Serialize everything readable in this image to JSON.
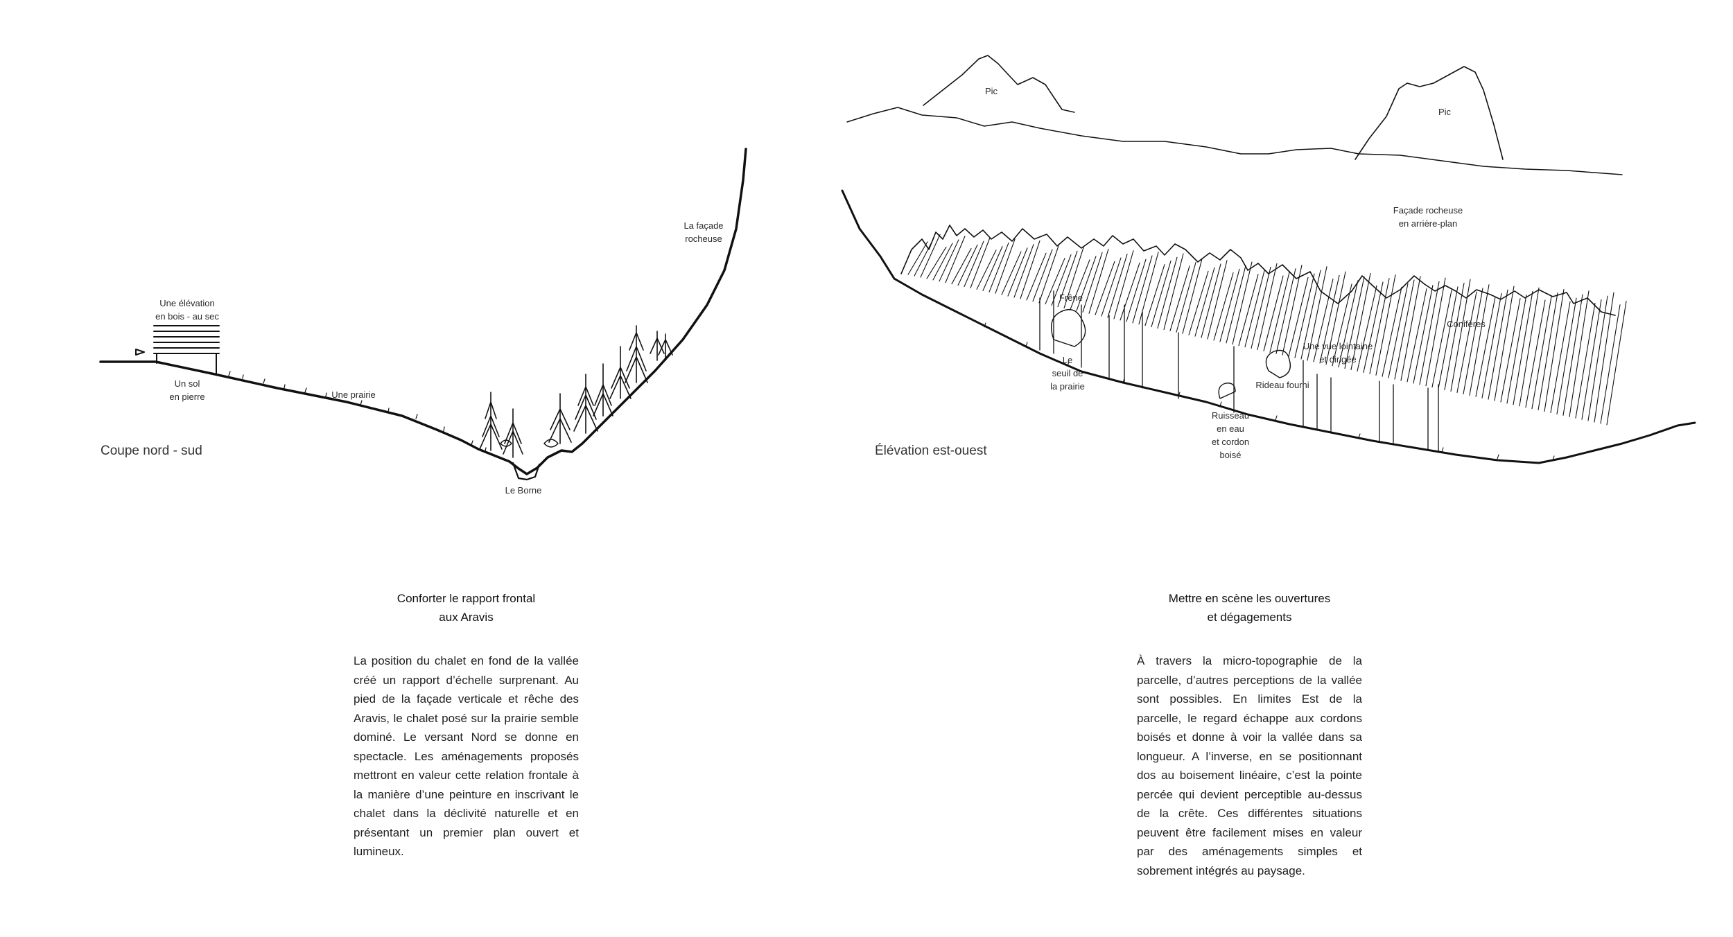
{
  "left_sketch": {
    "caption": "Coupe nord - sud",
    "labels": {
      "elevation": "Une élévation\nen bois - au sec",
      "sol": "Un sol\nen pierre",
      "prairie": "Une prairie",
      "facade": "La façade\nrocheuse",
      "borne": "Le Borne"
    }
  },
  "right_sketch": {
    "caption": "Élévation est-ouest",
    "labels": {
      "pic_left": "Pic",
      "pic_right": "Pic",
      "facade_arriere": "Façade rocheuse\nen arrière-plan",
      "frene": "Frêne",
      "coniferes": "Conifères",
      "vue_lointaine": "Une vue lointaine\net dirigée",
      "seuil": "Le\nseuil de\nla prairie",
      "rideau": "Rideau fourni",
      "ruisseau": "Ruisseau\nen eau\net cordon\nboisé"
    }
  },
  "left_text": {
    "title": "Conforter le rapport frontal\naux Aravis",
    "body": "La position du chalet en fond de la vallée créé un rapport d’échelle surprenant. Au pied de la façade verticale et rêche des Aravis, le chalet posé sur la prairie semble dominé. Le versant Nord se donne en spectacle. Les aménagements proposés mettront en valeur cette relation frontale à la manière d’une peinture en inscrivant le chalet dans la déclivité naturelle et en présentant un premier plan ouvert et lumineux."
  },
  "right_text": {
    "title": "Mettre en scène les ouvertures\net dégagements",
    "body": "À travers la micro-topographie de la parcelle, d’autres perceptions de la vallée sont possibles. En limites Est de la parcelle, le regard échappe aux cordons boisés et donne à voir la vallée dans sa longueur. A l’inverse, en se positionnant dos au boisement linéaire, c’est la pointe percée qui devient perceptible au-dessus de la crête. Ces différentes situations peuvent être facilement mises en valeur par des aménagements simples et sobrement intégrés au paysage."
  }
}
